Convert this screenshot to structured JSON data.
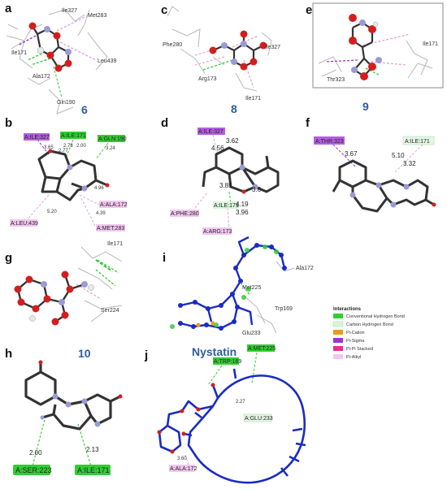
{
  "panels": {
    "a": {
      "label": "a",
      "compound": "6",
      "residues": [
        "Ile327",
        "Met283",
        "Ile171",
        "Ala172",
        "Leu439",
        "Gln190"
      ]
    },
    "b": {
      "label": "b",
      "tags": [
        "A:ILE:327",
        "A:ILE:171",
        "A:GLN:190",
        "A:ALA:172",
        "A:LEU:439",
        "A:MET:283"
      ],
      "distances": [
        "3.65",
        "2.78",
        "2.77",
        "2.00",
        "3.24",
        "4.96",
        "5.20",
        "4.39"
      ]
    },
    "c": {
      "label": "c",
      "compound": "8",
      "residues": [
        "Phe280",
        "Ile327",
        "Arg173",
        "Ile171"
      ]
    },
    "d": {
      "label": "d",
      "tags": [
        "A:ILE:327",
        "A:ILE:171",
        "A:PHE:280",
        "A:ARG:173"
      ],
      "distances": [
        "3.62",
        "4.56",
        "3.85",
        "3.6",
        "4.19",
        "3.96"
      ]
    },
    "e": {
      "label": "e",
      "compound": "9",
      "residues": [
        "Ile171",
        "Thr323"
      ]
    },
    "f": {
      "label": "f",
      "tags": [
        "A:THR:323",
        "A:ILE:171"
      ],
      "distances": [
        "3.67",
        "5.10",
        "3.32"
      ]
    },
    "g": {
      "label": "g",
      "residues": [
        "Ile171",
        "Ser224"
      ]
    },
    "h": {
      "label": "h",
      "compound": "10",
      "tags": [
        "A:SER:223",
        "A:ILE:171"
      ],
      "distances": [
        "2.00",
        "2.13"
      ]
    },
    "i": {
      "label": "i",
      "residues": [
        "Ala172",
        "Met225",
        "Trp169",
        "Glu233"
      ]
    },
    "j": {
      "label": "j",
      "compound": "Nystatin",
      "tags": [
        "A:TRP:169",
        "A:MET:225",
        "A:GLU:233",
        "A:ALA:172"
      ],
      "distances": [
        "2.27",
        "3.60"
      ]
    }
  },
  "legend": {
    "title": "Interactions",
    "items": [
      {
        "label": "Conventional Hydrogen Bond",
        "color": "#32cd32"
      },
      {
        "label": "Carbon Hydrogen Bond",
        "color": "#d8f5d8"
      },
      {
        "label": "Pi-Cation",
        "color": "#e69c18"
      },
      {
        "label": "Pi-Sigma",
        "color": "#9b32d6"
      },
      {
        "label": "Pi-Pi Stacked",
        "color": "#e0328c"
      },
      {
        "label": "Pi-Alkyl",
        "color": "#f2c6ee"
      }
    ]
  },
  "colors": {
    "atom_o": "#d11f1f",
    "atom_n": "#9a9ad8",
    "bond_dark": "#333333",
    "hbond": "#22c722",
    "hydrophobic": "#e2a6d6",
    "stick_blue": "#1a2bc2",
    "title_blue": "#2e5d9e"
  }
}
